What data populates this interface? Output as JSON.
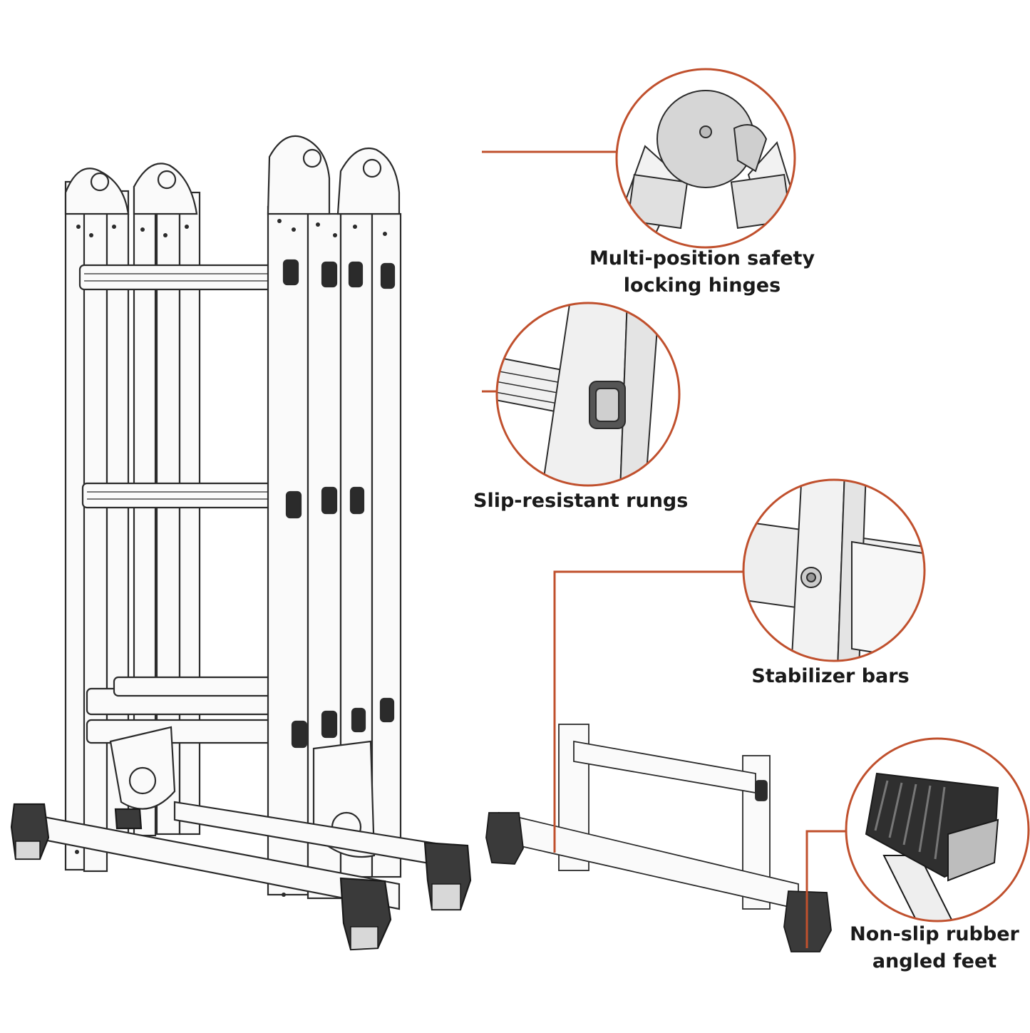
{
  "colors": {
    "accent": "#c0502d",
    "line": "#2b2b2b",
    "rubber": "#3a3a3a",
    "background": "#ffffff"
  },
  "callouts": {
    "hinges": {
      "line1": "Multi-position safety",
      "line2": "locking hinges"
    },
    "rungs": {
      "label": "Slip-resistant rungs"
    },
    "stabilizer": {
      "label": "Stabilizer bars"
    },
    "feet": {
      "line1": "Non-slip rubber",
      "line2": "angled feet"
    }
  }
}
